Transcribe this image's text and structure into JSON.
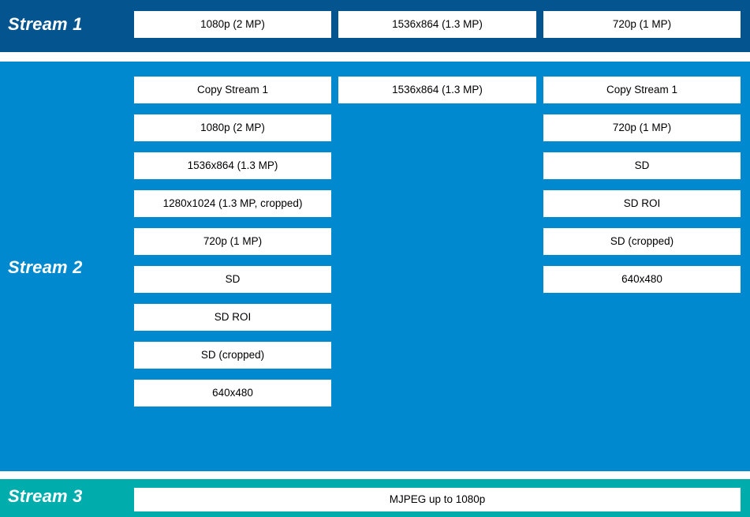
{
  "colors": {
    "stream1_band": "#04558f",
    "stream2_band": "#0089cf",
    "stream3_band": "#00adad",
    "box_fill": "#ffffff",
    "box_text": "#000000",
    "label_text": "#ffffff",
    "page_background": "#ffffff"
  },
  "streams": [
    {
      "label": "Stream 1",
      "columns": [
        {
          "items": [
            "1080p (2 MP)"
          ]
        },
        {
          "items": [
            "1536x864 (1.3 MP)"
          ]
        },
        {
          "items": [
            "720p (1 MP)"
          ]
        }
      ]
    },
    {
      "label": "Stream 2",
      "columns": [
        {
          "items": [
            "Copy Stream 1",
            "1080p (2 MP)",
            "1536x864 (1.3 MP)",
            "1280x1024 (1.3 MP, cropped)",
            "720p (1 MP)",
            "SD",
            "SD ROI",
            "SD (cropped)",
            "640x480"
          ]
        },
        {
          "items": [
            "1536x864 (1.3 MP)"
          ]
        },
        {
          "items": [
            "Copy Stream 1",
            "720p (1 MP)",
            "SD",
            "SD ROI",
            "SD (cropped)",
            "640x480"
          ]
        }
      ]
    },
    {
      "label": "Stream 3",
      "columns": [
        {
          "items": [
            "MJPEG up to 1080p"
          ]
        }
      ]
    }
  ]
}
